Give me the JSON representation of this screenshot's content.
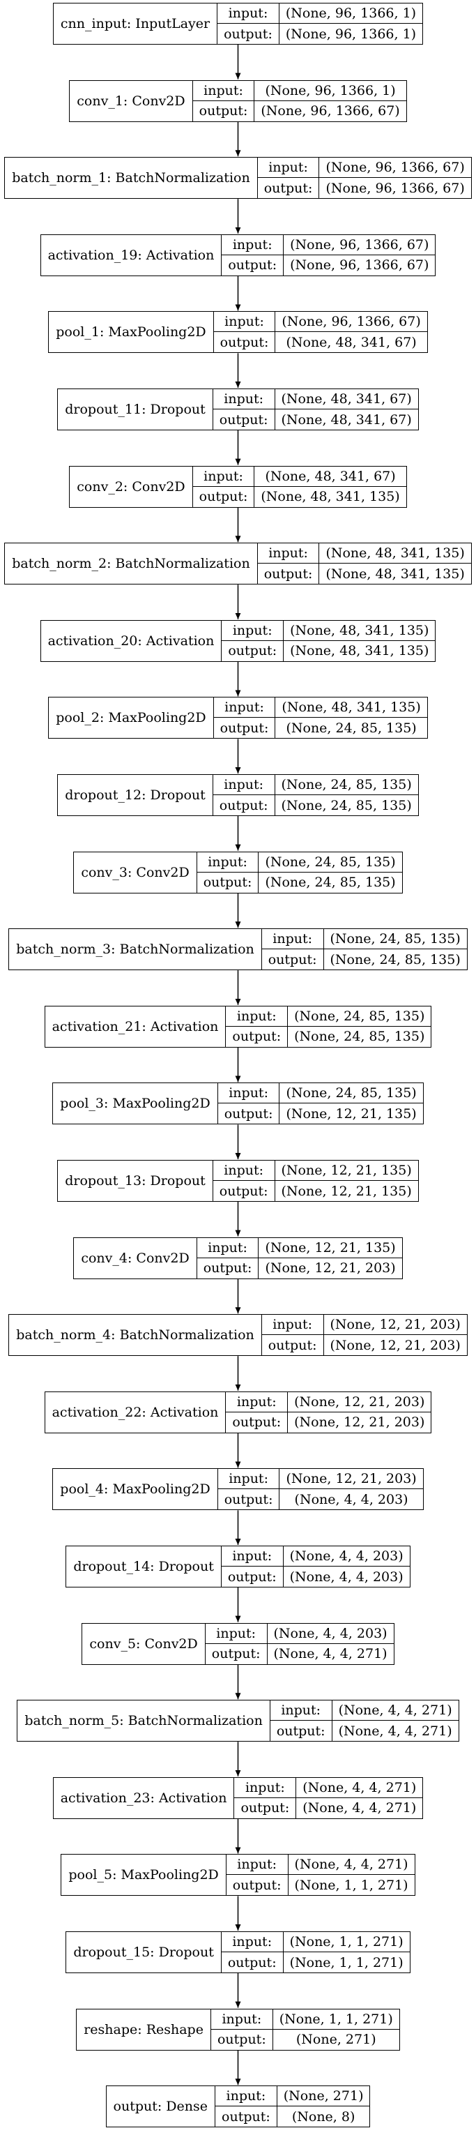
{
  "layers": [
    {
      "name": "cnn_input: InputLayer",
      "input": "(None, 96, 1366, 1)",
      "output": "(None, 96, 1366, 1)"
    },
    {
      "name": "conv_1: Conv2D",
      "input": "(None, 96, 1366, 1)",
      "output": "(None, 96, 1366, 67)"
    },
    {
      "name": "batch_norm_1: BatchNormalization",
      "input": "(None, 96, 1366, 67)",
      "output": "(None, 96, 1366, 67)"
    },
    {
      "name": "activation_19: Activation",
      "input": "(None, 96, 1366, 67)",
      "output": "(None, 96, 1366, 67)"
    },
    {
      "name": "pool_1: MaxPooling2D",
      "input": "(None, 96, 1366, 67)",
      "output": "(None, 48, 341, 67)"
    },
    {
      "name": "dropout_11: Dropout",
      "input": "(None, 48, 341, 67)",
      "output": "(None, 48, 341, 67)"
    },
    {
      "name": "conv_2: Conv2D",
      "input": "(None, 48, 341, 67)",
      "output": "(None, 48, 341, 135)"
    },
    {
      "name": "batch_norm_2: BatchNormalization",
      "input": "(None, 48, 341, 135)",
      "output": "(None, 48, 341, 135)"
    },
    {
      "name": "activation_20: Activation",
      "input": "(None, 48, 341, 135)",
      "output": "(None, 48, 341, 135)"
    },
    {
      "name": "pool_2: MaxPooling2D",
      "input": "(None, 48, 341, 135)",
      "output": "(None, 24, 85, 135)"
    },
    {
      "name": "dropout_12: Dropout",
      "input": "(None, 24, 85, 135)",
      "output": "(None, 24, 85, 135)"
    },
    {
      "name": "conv_3: Conv2D",
      "input": "(None, 24, 85, 135)",
      "output": "(None, 24, 85, 135)"
    },
    {
      "name": "batch_norm_3: BatchNormalization",
      "input": "(None, 24, 85, 135)",
      "output": "(None, 24, 85, 135)"
    },
    {
      "name": "activation_21: Activation",
      "input": "(None, 24, 85, 135)",
      "output": "(None, 24, 85, 135)"
    },
    {
      "name": "pool_3: MaxPooling2D",
      "input": "(None, 24, 85, 135)",
      "output": "(None, 12, 21, 135)"
    },
    {
      "name": "dropout_13: Dropout",
      "input": "(None, 12, 21, 135)",
      "output": "(None, 12, 21, 135)"
    },
    {
      "name": "conv_4: Conv2D",
      "input": "(None, 12, 21, 135)",
      "output": "(None, 12, 21, 203)"
    },
    {
      "name": "batch_norm_4: BatchNormalization",
      "input": "(None, 12, 21, 203)",
      "output": "(None, 12, 21, 203)"
    },
    {
      "name": "activation_22: Activation",
      "input": "(None, 12, 21, 203)",
      "output": "(None, 12, 21, 203)"
    },
    {
      "name": "pool_4: MaxPooling2D",
      "input": "(None, 12, 21, 203)",
      "output": "(None, 4, 4, 203)"
    },
    {
      "name": "dropout_14: Dropout",
      "input": "(None, 4, 4, 203)",
      "output": "(None, 4, 4, 203)"
    },
    {
      "name": "conv_5: Conv2D",
      "input": "(None, 4, 4, 203)",
      "output": "(None, 4, 4, 271)"
    },
    {
      "name": "batch_norm_5: BatchNormalization",
      "input": "(None, 4, 4, 271)",
      "output": "(None, 4, 4, 271)"
    },
    {
      "name": "activation_23: Activation",
      "input": "(None, 4, 4, 271)",
      "output": "(None, 4, 4, 271)"
    },
    {
      "name": "pool_5: MaxPooling2D",
      "input": "(None, 4, 4, 271)",
      "output": "(None, 1, 1, 271)"
    },
    {
      "name": "dropout_15: Dropout",
      "input": "(None, 1, 1, 271)",
      "output": "(None, 1, 1, 271)"
    },
    {
      "name": "reshape: Reshape",
      "input": "(None, 1, 1, 271)",
      "output": "(None, 271)"
    },
    {
      "name": "output: Dense",
      "input": "(None, 271)",
      "output": "(None, 8)"
    }
  ],
  "port_labels": {
    "input": "input:",
    "output": "output:"
  }
}
